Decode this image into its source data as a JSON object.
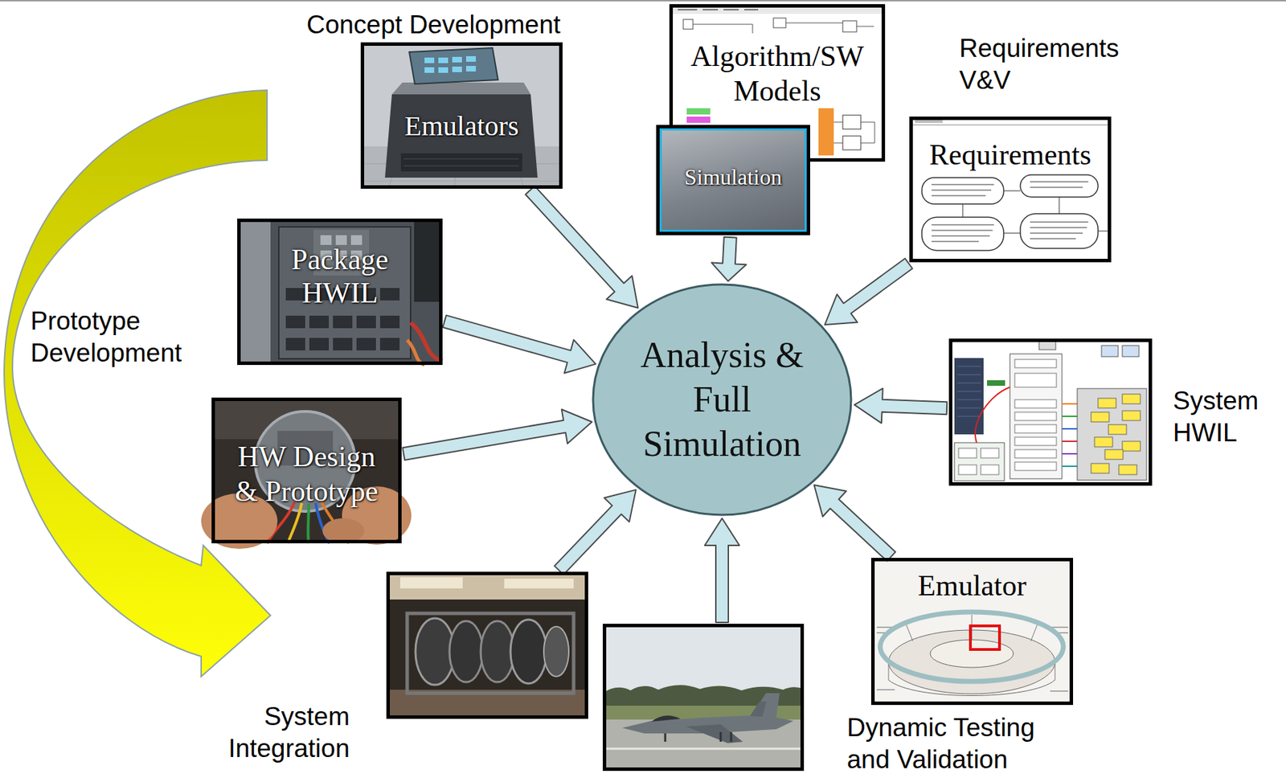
{
  "diagram": {
    "nodes": [
      {
        "text": [
          "Concept Development",
          "Emulators"
        ]
      },
      {
        "text": [
          "Algorithm/SW Models"
        ]
      },
      {
        "text": [
          "Simulation"
        ]
      },
      {
        "text": [
          "Requirements V&V",
          "Requirements"
        ]
      },
      {
        "text": [
          "Package HWIL"
        ]
      },
      {
        "text": [
          "Analysis & Full Simulation"
        ]
      },
      {
        "text": [
          "System HWIL"
        ]
      },
      {
        "text": [
          "HW Design & Prototype"
        ]
      },
      {
        "text": [
          "System Integration"
        ]
      },
      {
        "text": [
          "Emulator",
          "Dynamic Testing and Validation"
        ]
      }
    ],
    "edges": [
      {
        "from": 0,
        "to": 5,
        "arrow": "to"
      },
      {
        "from": 2,
        "to": 5,
        "arrow": "to"
      },
      {
        "from": 3,
        "to": 5,
        "arrow": "to"
      },
      {
        "from": 4,
        "to": 5,
        "arrow": "to"
      },
      {
        "from": 6,
        "to": 5,
        "arrow": "to"
      },
      {
        "from": 7,
        "to": 5,
        "arrow": "to"
      },
      {
        "from": 8,
        "to": 5,
        "arrow": "to"
      },
      {
        "from": 9,
        "to": 5,
        "arrow": "to"
      }
    ],
    "labels": [
      "Prototype Development"
    ]
  }
}
